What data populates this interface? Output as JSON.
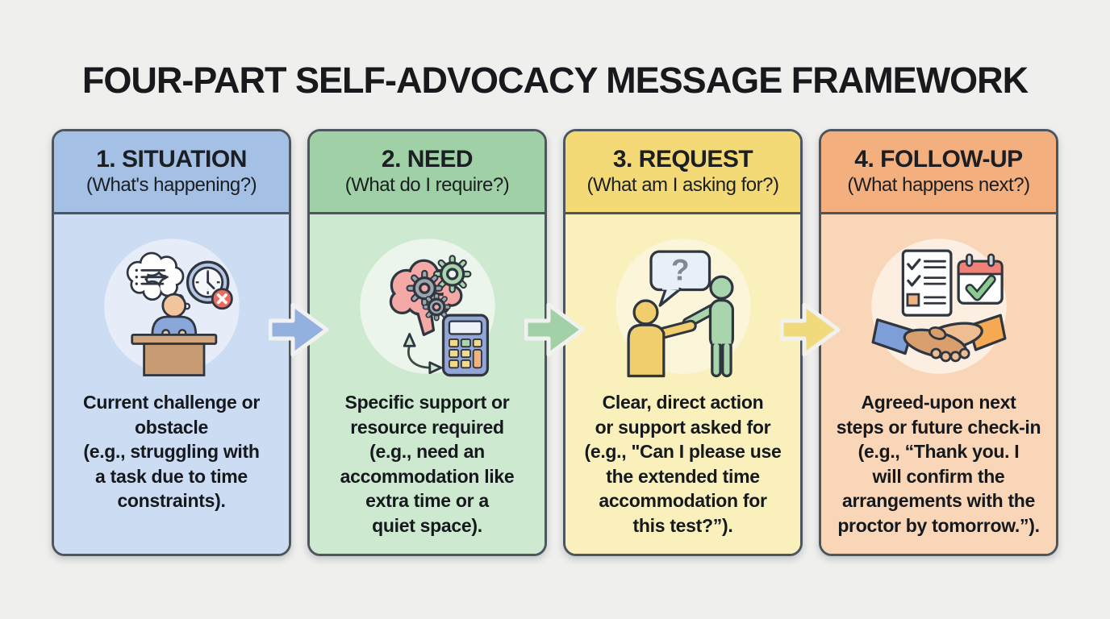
{
  "page": {
    "title": "FOUR-PART SELF-ADVOCACY MESSAGE FRAMEWORK",
    "background_color": "#efefed",
    "card_border_color": "#4d565e"
  },
  "cards": [
    {
      "number_title": "1. SITUATION",
      "subtitle": "(What's happening?)",
      "body": "Current challenge or\nobstacle\n(e.g., struggling with\na task due to time\nconstraints).",
      "icon": "person-desk-thought-clock-icon",
      "header_color": "#a5c0e5",
      "body_color": "#ccdcf2",
      "circle_color": "#e7edf8"
    },
    {
      "number_title": "2. NEED",
      "subtitle": "(What do I require?)",
      "body": "Specific support or\nresource required\n(e.g., need an\naccommodation like\nextra time or a\nquiet space).",
      "icon": "brain-gears-calculator-icon",
      "header_color": "#a0d0a5",
      "body_color": "#cde9cf",
      "circle_color": "#ebf5ec"
    },
    {
      "number_title": "3. REQUEST",
      "subtitle": "(What am I asking for?)",
      "body": "Clear, direct action\nor support asked for\n(e.g., \"Can I please use\nthe extended time\naccommodation for\nthis test?”).",
      "icon": "two-people-question-bubble-icon",
      "header_color": "#f4d977",
      "body_color": "#f9f0bc",
      "circle_color": "#fbf5da"
    },
    {
      "number_title": "4. FOLLOW-UP",
      "subtitle": "(What happens next?)",
      "body": "Agreed-upon next\nsteps or future check-in\n(e.g., “Thank you. I\nwill confirm the\narrangements with the\nproctor by tomorrow.”).",
      "icon": "handshake-checklist-calendar-icon",
      "header_color": "#f4af7e",
      "body_color": "#f9d6b8",
      "circle_color": "#fcefe2"
    }
  ],
  "arrows": [
    {
      "direction": "right",
      "color": "#93b1df"
    },
    {
      "direction": "right",
      "color": "#a2d1a7"
    },
    {
      "direction": "right",
      "color": "#f1da7c"
    }
  ]
}
